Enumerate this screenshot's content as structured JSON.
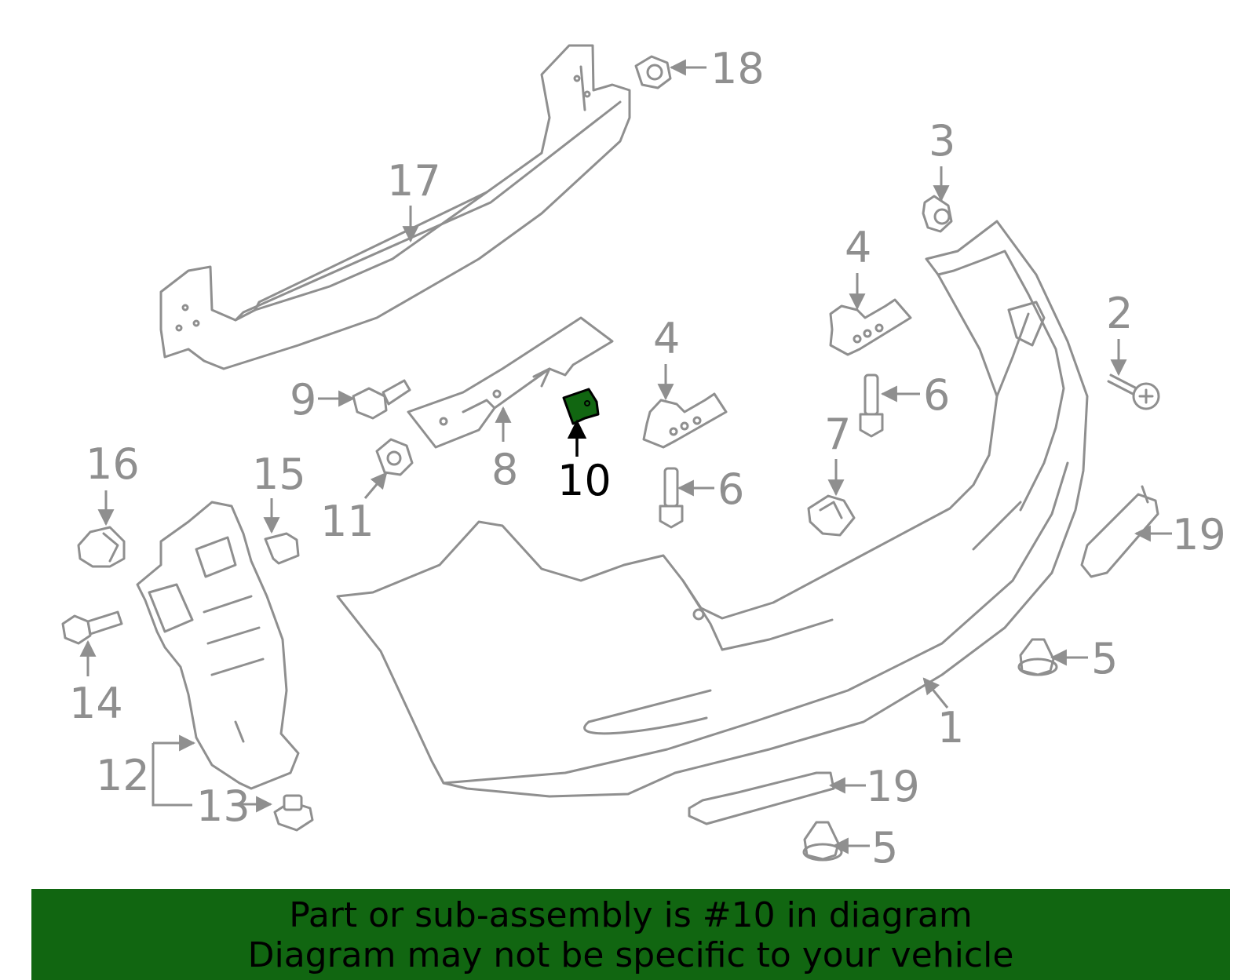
{
  "diagram": {
    "highlight_color": "#116611",
    "line_color": "#8f8f8f",
    "highlighted_part": "10",
    "callouts": {
      "c1": "1",
      "c2": "2",
      "c3": "3",
      "c4a": "4",
      "c4b": "4",
      "c5a": "5",
      "c5b": "5",
      "c6a": "6",
      "c6b": "6",
      "c7": "7",
      "c8": "8",
      "c9": "9",
      "c10": "10",
      "c11": "11",
      "c12": "12",
      "c13": "13",
      "c14": "14",
      "c15": "15",
      "c16": "16",
      "c17": "17",
      "c18": "18",
      "c19a": "19",
      "c19b": "19"
    }
  },
  "footer": {
    "background_color": "#116611",
    "line1": "Part or sub-assembly is #10 in diagram",
    "line2": "Diagram may not be specific to your vehicle"
  }
}
